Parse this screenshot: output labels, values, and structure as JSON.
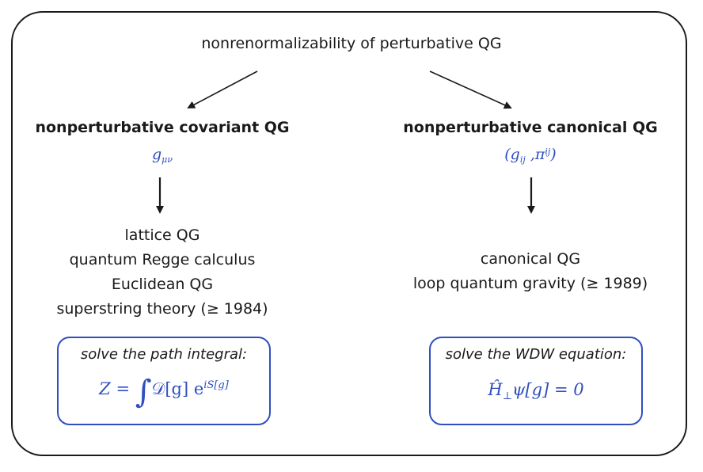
{
  "top": {
    "title": "nonrenormalizability of perturbative QG"
  },
  "left": {
    "heading": "nonperturbative covariant QG",
    "variable": {
      "base": "g",
      "sub": "μν"
    },
    "items": [
      "lattice QG",
      "quantum Regge calculus",
      "Euclidean QG",
      "superstring theory (≥ 1984)"
    ],
    "box": {
      "label": "solve the path integral:",
      "formula": {
        "lhs": "Z =",
        "integral": "∫",
        "measure": "𝒟[g]",
        "exp": "e",
        "exponent": "iS[g]"
      }
    }
  },
  "right": {
    "heading": "nonperturbative canonical QG",
    "variable": {
      "open": "(g",
      "sub": "ij",
      "mid": " ,π",
      "sup": "ij",
      "close": ")"
    },
    "items": [
      "canonical QG",
      "loop quantum gravity (≥ 1989)"
    ],
    "box": {
      "label": "solve the WDW equation:",
      "formula": {
        "op": "Ĥ",
        "op_sub": "⊥",
        "rest": "ψ[g] = 0"
      }
    }
  },
  "colors": {
    "accent": "#2f4fbf",
    "text": "#1a1a1a"
  }
}
